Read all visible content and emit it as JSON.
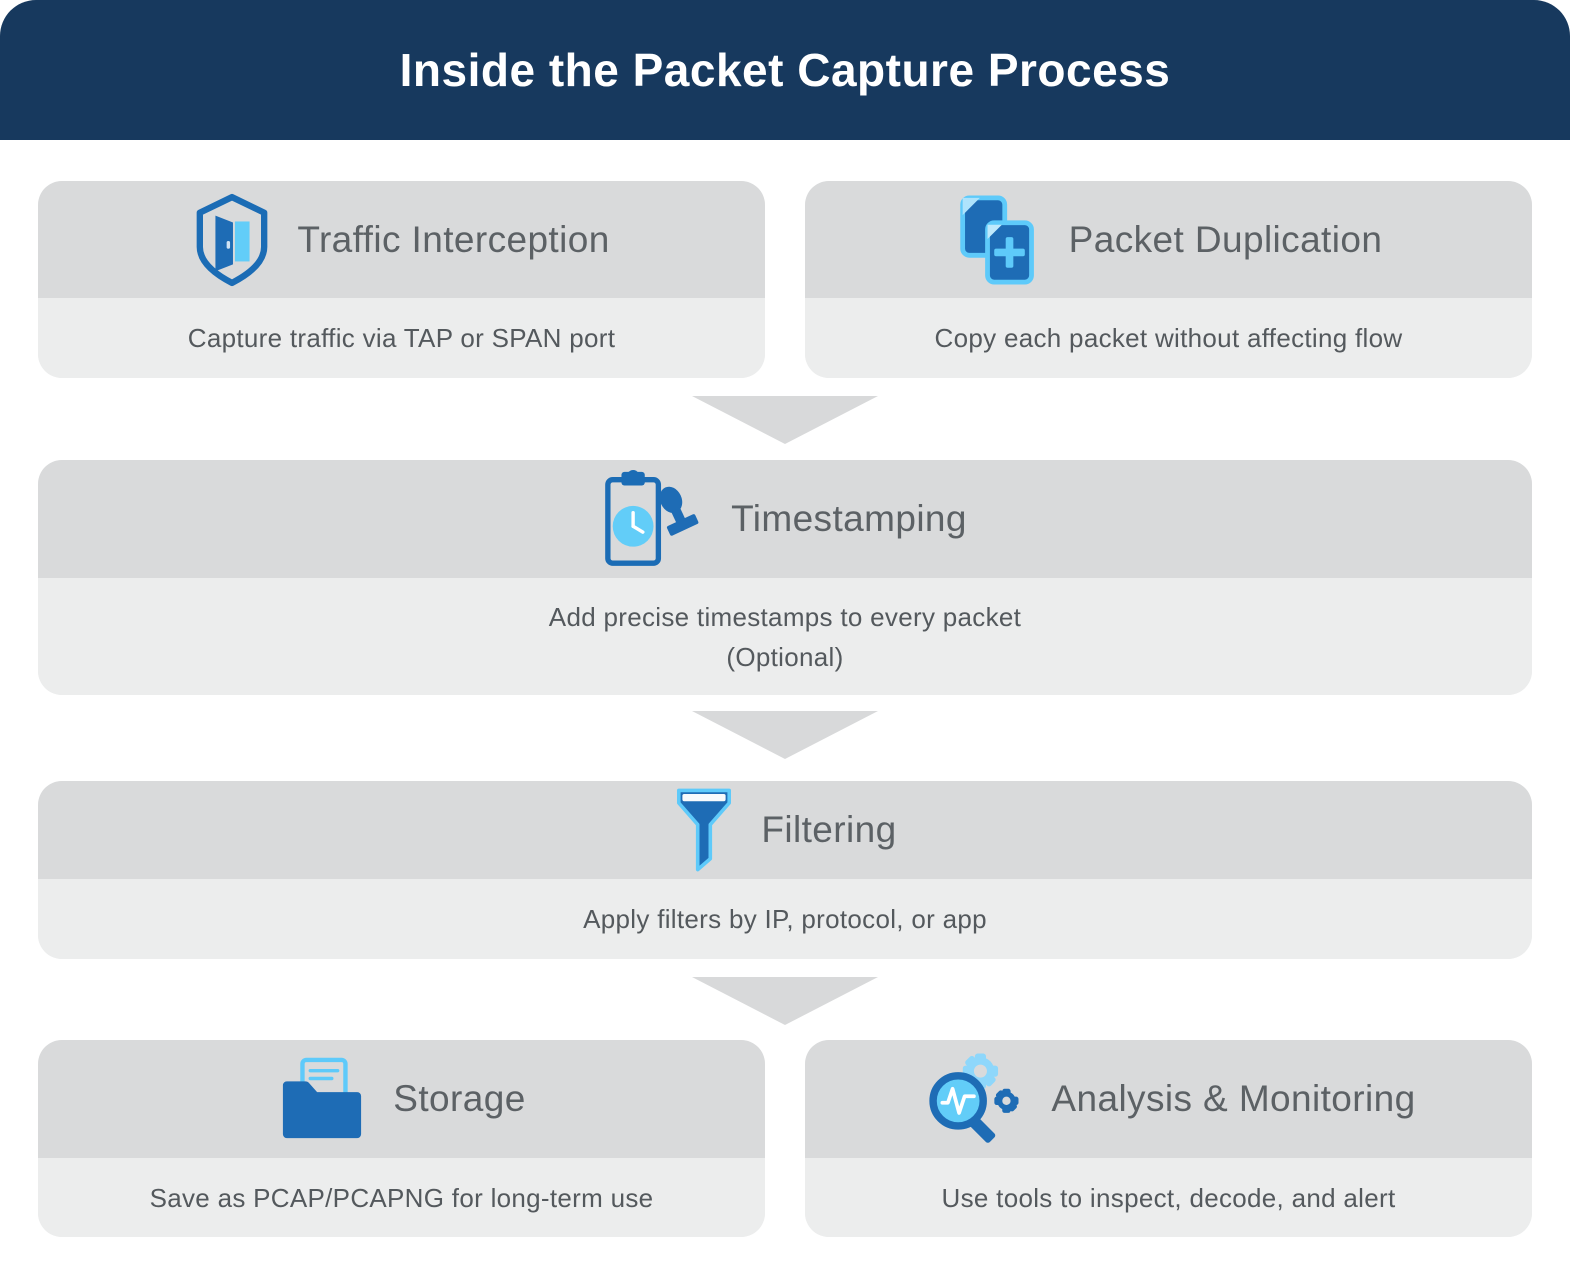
{
  "header": {
    "title": "Inside the Packet Capture Process"
  },
  "colors": {
    "banner_navy": "#17395e",
    "card_header_gray": "#d9dadb",
    "card_body_gray": "#eceded",
    "arrow_gray": "#d8d9da",
    "icon_blue": "#1e6cb5",
    "icon_light_blue": "#5ecafa",
    "text_gray": "#54595d"
  },
  "steps": [
    {
      "title": "Traffic Interception",
      "description": "Capture traffic via TAP or SPAN port",
      "icon": "shield-door-icon"
    },
    {
      "title": "Packet Duplication",
      "description": "Copy each packet without affecting flow",
      "icon": "duplicate-packets-icon"
    },
    {
      "title": "Timestamping",
      "description": "Add precise timestamps to every packet",
      "note": "(Optional)",
      "icon": "clipboard-stamp-icon"
    },
    {
      "title": "Filtering",
      "description": "Apply filters by IP, protocol, or app",
      "icon": "funnel-icon"
    },
    {
      "title": "Storage",
      "description": "Save as PCAP/PCAPNG for long-term use",
      "icon": "folder-icon"
    },
    {
      "title": "Analysis & Monitoring",
      "description": "Use tools to inspect, decode, and alert",
      "icon": "magnifier-gears-icon"
    }
  ]
}
